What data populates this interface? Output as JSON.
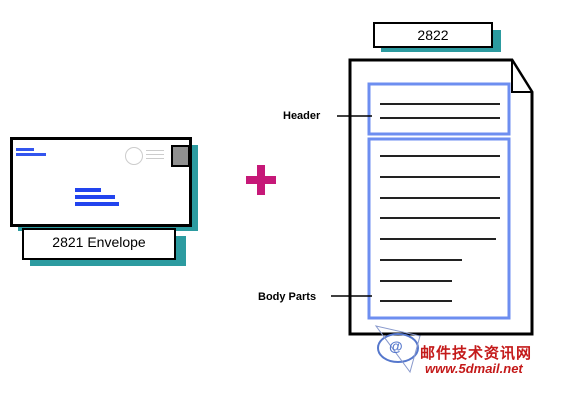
{
  "message_label": "2822",
  "envelope_label": "2821 Envelope",
  "header_label": "Header",
  "body_label": "Body Parts",
  "watermark": {
    "logo_text": "@",
    "site_name": "邮件技术资讯网",
    "url": "www.5dmail.net"
  },
  "colors": {
    "shadow": "#2c9ba0",
    "plus": "#c61878",
    "section_border": "#6d8ef0",
    "envelope_text_lines": "#2244ee",
    "watermark": "#c41a1a"
  }
}
